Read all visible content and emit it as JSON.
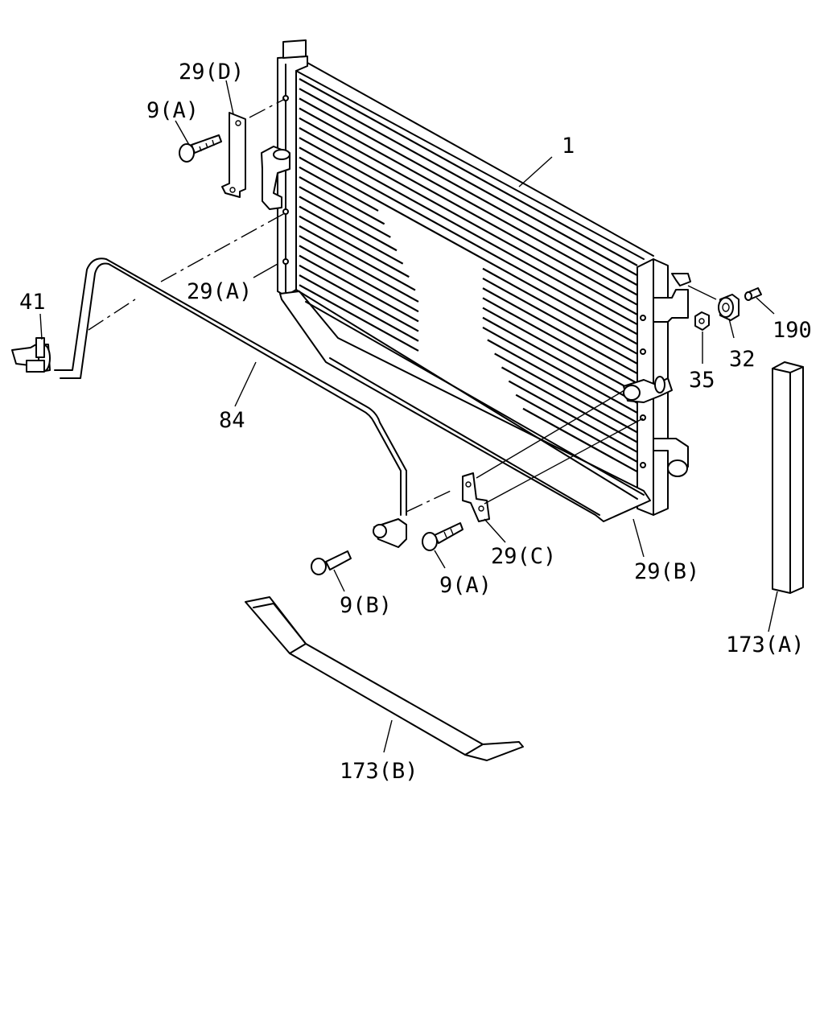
{
  "labels": {
    "condenser": "1",
    "bracket_d": "29(D)",
    "bolt_a_top": "9(A)",
    "bracket_a": "29(A)",
    "clip": "41",
    "pipe": "84",
    "bolt_b": "9(B)",
    "bolt_a_bottom": "9(A)",
    "bracket_c": "29(C)",
    "bracket_b": "29(B)",
    "pin": "190",
    "cushion": "32",
    "nut": "35",
    "seal_a": "173(A)",
    "seal_b": "173(B)"
  }
}
